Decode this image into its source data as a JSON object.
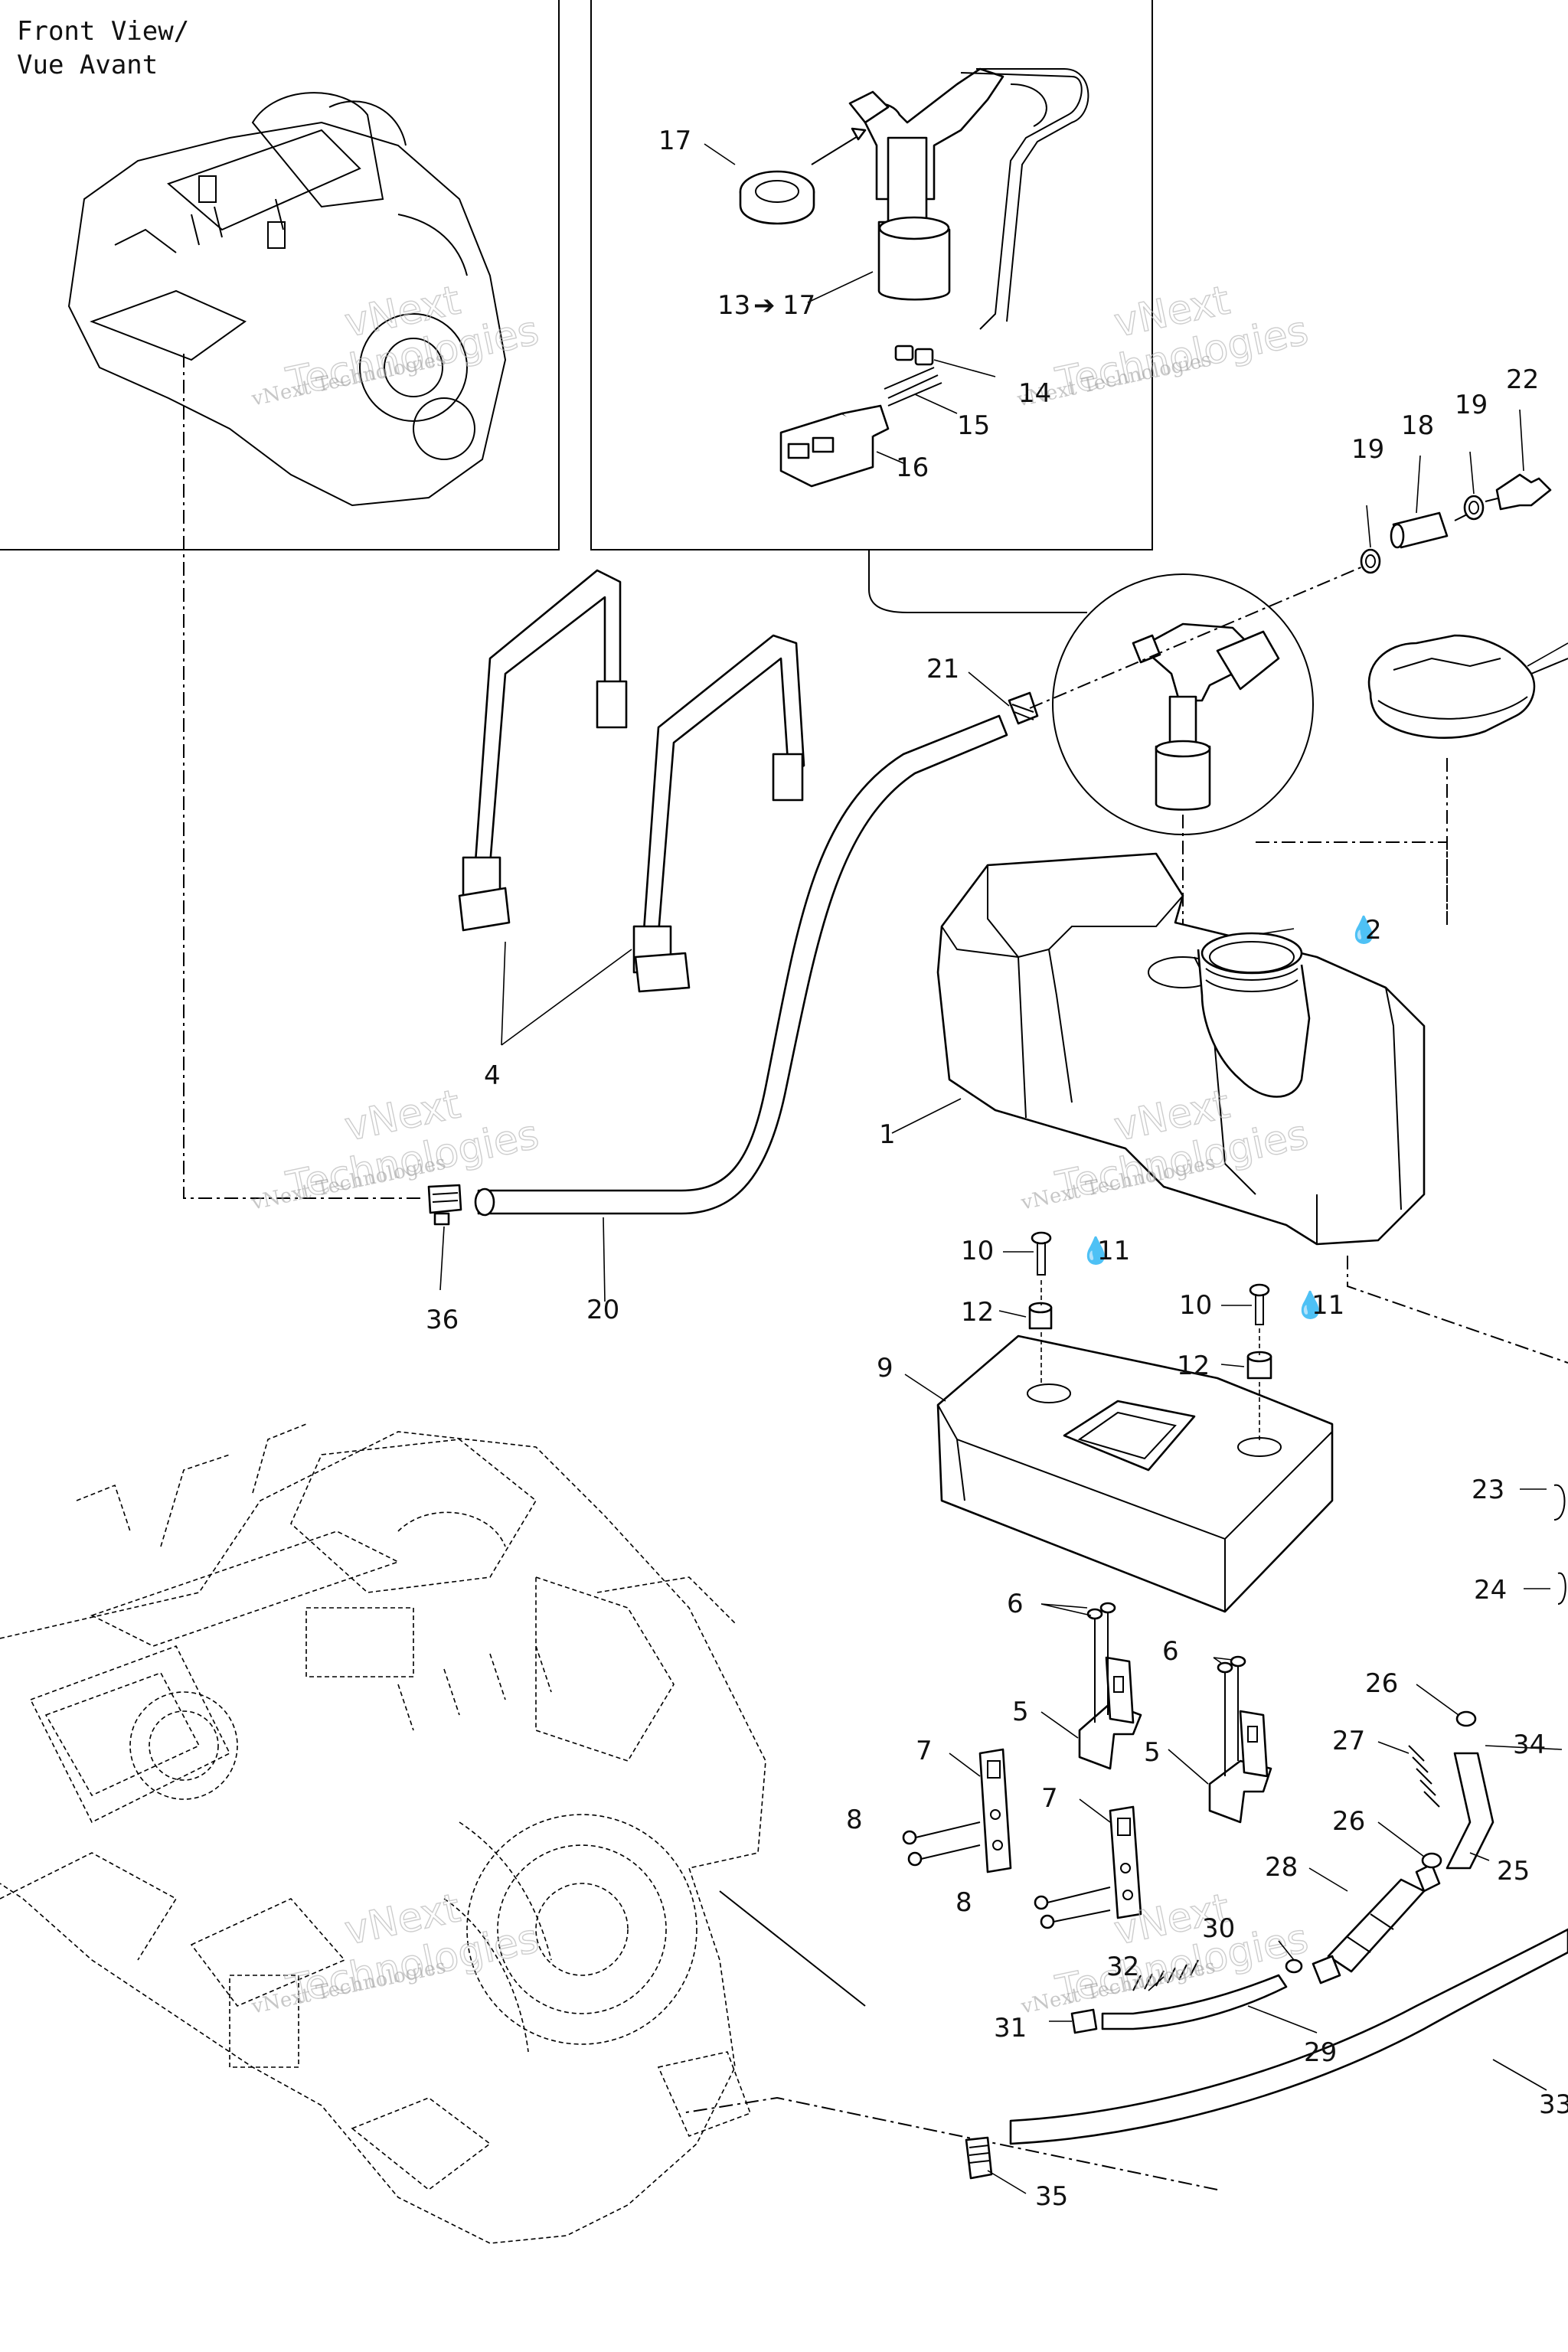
{
  "front_view": {
    "line1": "Front View/",
    "line2": "Vue Avant"
  },
  "watermark": {
    "small": "vNext Technologies",
    "big_top": "vNext",
    "big_bottom": "Technologies"
  },
  "arrow_symbol": "➔",
  "drop_symbol": "💧",
  "callouts": {
    "c1": "1",
    "c2": "2",
    "c4": "4",
    "c5a": "5",
    "c5b": "5",
    "c6a": "6",
    "c6b": "6",
    "c7a": "7",
    "c7b": "7",
    "c8a": "8",
    "c8b": "8",
    "c9": "9",
    "c10a": "10",
    "c10b": "10",
    "c11a": "11",
    "c11b": "11",
    "c12a": "12",
    "c12b": "12",
    "c13": "13",
    "c17range": "17",
    "c14": "14",
    "c15": "15",
    "c16": "16",
    "c17": "17",
    "c18": "18",
    "c19a": "19",
    "c19b": "19",
    "c20": "20",
    "c21": "21",
    "c22": "22",
    "c23": "23",
    "c24": "24",
    "c25": "25",
    "c26a": "26",
    "c26b": "26",
    "c27": "27",
    "c28": "28",
    "c29": "29",
    "c30": "30",
    "c31": "31",
    "c32": "32",
    "c33": "33",
    "c34": "34",
    "c35": "35",
    "c36": "36"
  }
}
